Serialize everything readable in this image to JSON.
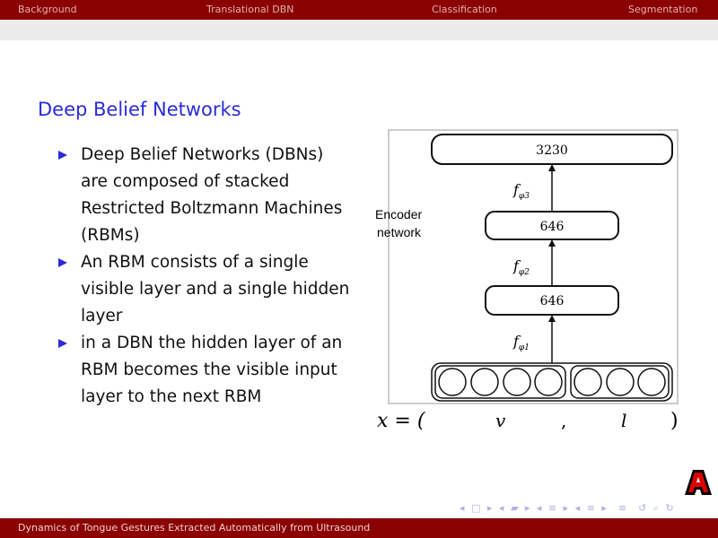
{
  "header": {
    "sections": [
      "Background",
      "Translational DBN",
      "Classification",
      "Segmentation"
    ]
  },
  "slide": {
    "title": "Deep Belief Networks",
    "bullets": [
      "Deep Belief Networks (DBNs) are composed of stacked Restricted Boltzmann Machines (RBMs)",
      "An RBM consists of a single visible layer and a single hidden layer",
      "in a DBN the hidden layer of an RBM becomes the visible input layer to the next RBM"
    ]
  },
  "diagram": {
    "label_line1": "Encoder",
    "label_line2": "network",
    "layers": [
      "3230",
      "646",
      "646"
    ],
    "functions": [
      "f",
      "f",
      "f"
    ],
    "function_subs": [
      "φ3",
      "φ2",
      "φ1"
    ],
    "equation": {
      "lhs": "x = (",
      "v": "v",
      "comma": ",",
      "l": "l",
      "rparen": ")"
    }
  },
  "footer": {
    "title": "Dynamics of Tongue Gestures Extracted Automatically from Ultrasound"
  },
  "logo": {
    "letter": "A"
  },
  "colors": {
    "bar": "#8b0000",
    "accent": "#2b2bd8"
  }
}
